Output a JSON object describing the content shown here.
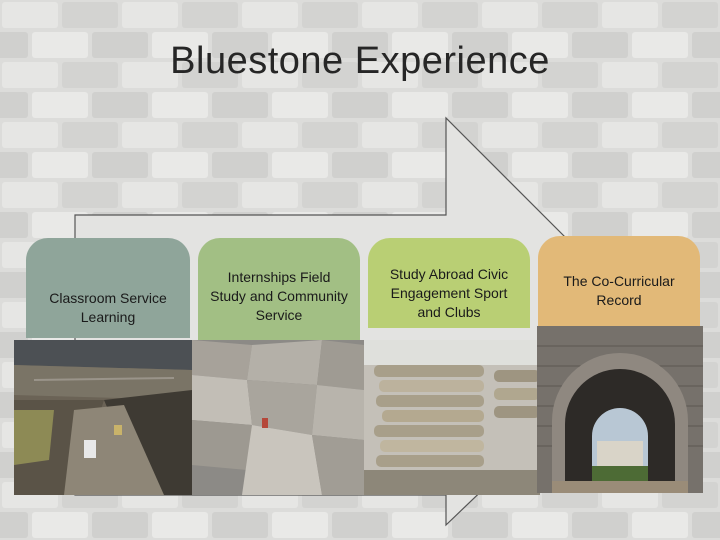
{
  "title": "Bluestone Experience",
  "stages": [
    {
      "label": "Classroom Service Learning",
      "color": "#8fa59a",
      "photo": "quarry-photo"
    },
    {
      "label": "Internships Field Study and Community Service",
      "color": "#a2bf84",
      "photo": "stone-blocks-photo"
    },
    {
      "label": "Study Abroad Civic Engagement Sport and Clubs",
      "color": "#b9cf74",
      "photo": "stacked-stones-photo"
    },
    {
      "label": "The Co-Curricular Record",
      "color": "#e2b978",
      "photo": "stone-archway-photo"
    }
  ],
  "colors": {
    "arrow_fill": "#e3e3e1",
    "arrow_stroke": "#555555",
    "background": "#d9d9d7"
  }
}
